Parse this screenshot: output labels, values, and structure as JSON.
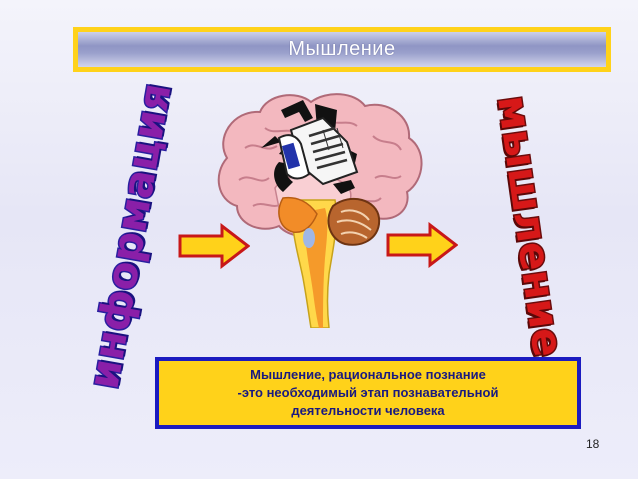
{
  "slide": {
    "title": "Мышление",
    "word_left": "информация",
    "word_right": "мышление",
    "definition": {
      "line1": "Мышление, рациональное познание",
      "line2": "-это необходимый этап познавательной",
      "line3": "деятельности человека"
    },
    "page_number": "18"
  },
  "colors": {
    "title_border": "#ffd21a",
    "definition_bg": "#ffd21a",
    "definition_border": "#1b1bc0",
    "word_left": "#8a1fa8",
    "word_right": "#d61818",
    "arrow_fill": "#ffd21a",
    "arrow_outline": "#c81818"
  },
  "icons": [
    "brain-illustration",
    "recycle-arrows-icon",
    "newspaper-icon",
    "right-arrow-icon"
  ]
}
